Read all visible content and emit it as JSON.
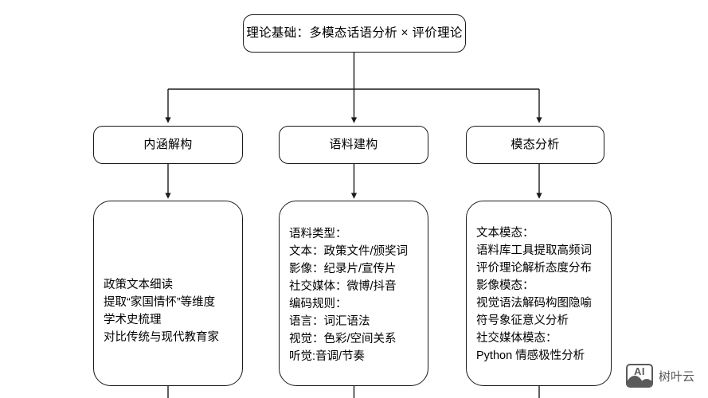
{
  "diagram": {
    "title_node": {
      "label": "理论基础：多模态话语分析 × 评价理论"
    },
    "stages": [
      {
        "label": "内涵解构"
      },
      {
        "label": "语料建构"
      },
      {
        "label": "模态分析"
      }
    ],
    "details": [
      {
        "lines": [
          "政策文本细读",
          "提取“家国情怀”等维度",
          "学术史梳理",
          "对比传统与现代教育家"
        ]
      },
      {
        "lines": [
          "语料类型：",
          "文本：政策文件/颁奖词",
          "影像：纪录片/宣传片",
          "社交媒体：微博/抖音",
          "编码规则：",
          "语言：词汇语法",
          "视觉：色彩/空间关系",
          "听觉:音调/节奏"
        ]
      },
      {
        "lines": [
          "文本模态：",
          "语料库工具提取高频词",
          "评价理论解析态度分布",
          "影像模态：",
          "视觉语法解码构图隐喻",
          "符号象征意义分析",
          "社交媒体模态：",
          "Python 情感极性分析"
        ]
      }
    ]
  },
  "watermark": {
    "icon_text": "AI",
    "label": "树叶云"
  },
  "colors": {
    "stroke": "#1a1a1a",
    "background": "#ffffff",
    "watermark": "#5a5a5a"
  }
}
